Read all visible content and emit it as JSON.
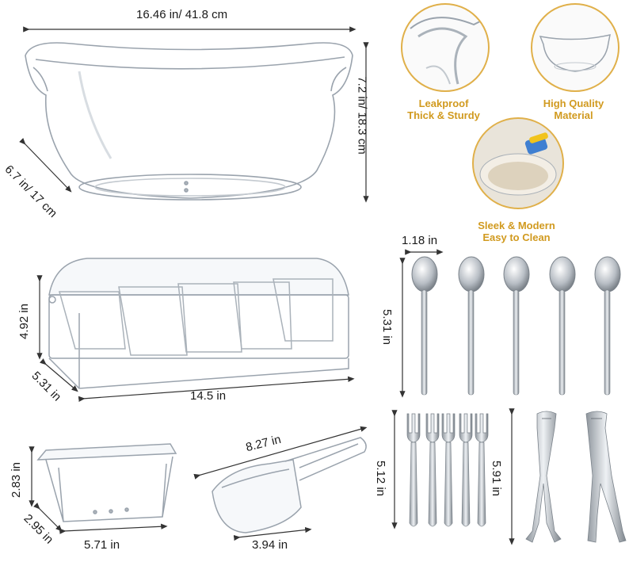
{
  "dimensions": {
    "bucket_width": "16.46 in/ 41.8 cm",
    "bucket_height": "7.2 in/ 18.3 cm",
    "bucket_depth": "6.7 in/ 17 cm",
    "caddy_height": "4.92 in",
    "caddy_depth": "5.31 in",
    "caddy_width": "14.5 in",
    "spoon_bowl_width": "1.18 in",
    "spoon_length": "5.31 in",
    "container_height": "2.83 in",
    "container_depth": "2.95 in",
    "container_width": "5.71 in",
    "scoop_length": "8.27 in",
    "scoop_width": "3.94 in",
    "fork_length": "5.12 in",
    "tong_length": "5.91 in"
  },
  "features": {
    "leakproof": [
      "Leakproof",
      "Thick & Sturdy"
    ],
    "quality": [
      "High Quality",
      "Material"
    ],
    "sleek": [
      "Sleek & Modern",
      "Easy to Clean"
    ]
  },
  "colors": {
    "accent": "#d19a1f",
    "ring": "#e0b04a",
    "outline": "#9aa3ad",
    "steel": "#b9bfc6"
  }
}
